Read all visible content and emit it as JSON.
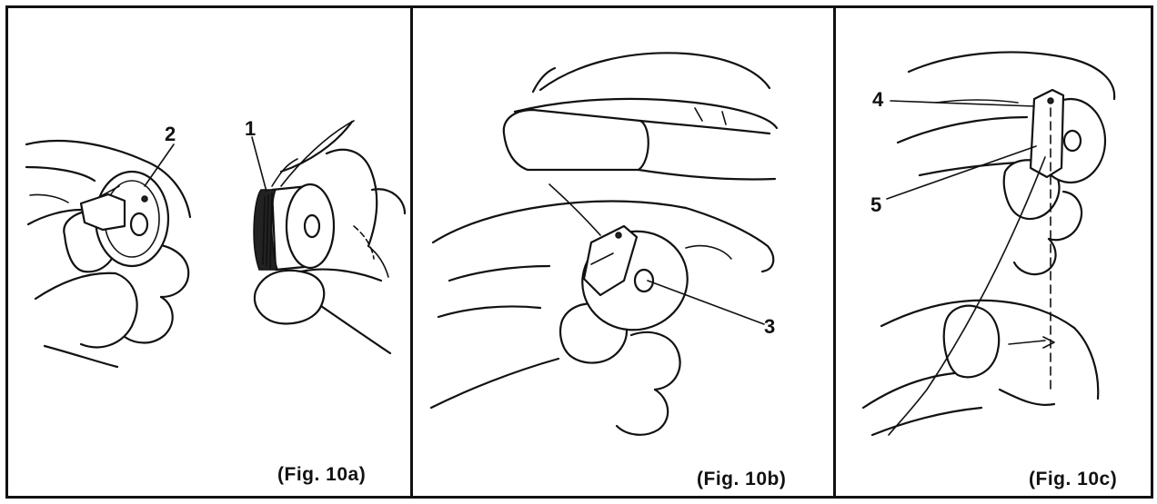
{
  "figures": [
    {
      "caption": "(Fig. 10a)",
      "labels": [
        "2",
        "1"
      ]
    },
    {
      "caption": "(Fig. 10b)",
      "labels": [
        "3"
      ]
    },
    {
      "caption": "(Fig. 10c)",
      "labels": [
        "4",
        "5"
      ]
    }
  ]
}
